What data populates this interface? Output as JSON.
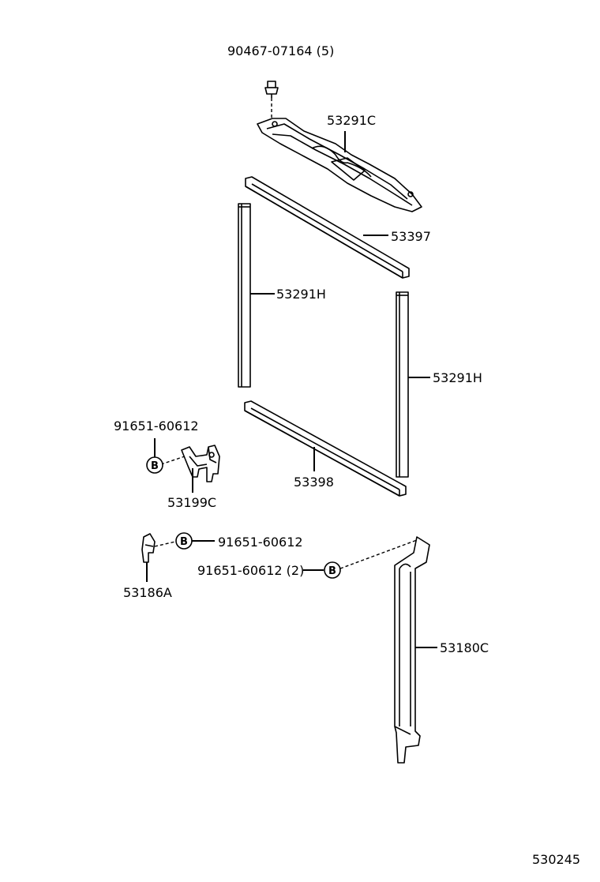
{
  "labels": {
    "bolt_top": "90467-07164 (5)",
    "support_upper": "53291C",
    "seal_upper": "53397",
    "seal_left": "53291H",
    "seal_right": "53291H",
    "bolt_left_bracket": "91651-60612",
    "seal_lower": "53398",
    "bracket_left": "53199C",
    "bolt_small_bracket": "91651-60612",
    "bolt_side_support": "91651-60612 (2)",
    "bracket_small": "53186A",
    "side_support": "53180C",
    "diagram_code": "530245"
  },
  "markers": {
    "b1": "B",
    "b2": "B",
    "b3": "B"
  }
}
